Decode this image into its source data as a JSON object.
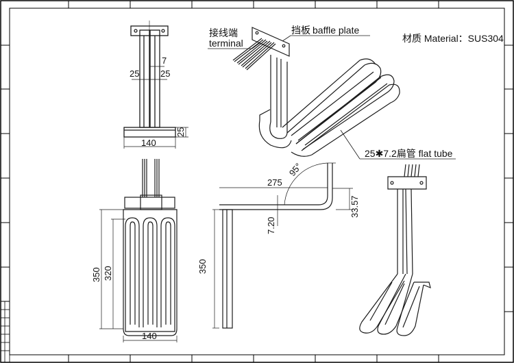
{
  "annotations": {
    "terminal_cn": "接线端",
    "terminal_en": "terminal",
    "baffle_cn": "挡板",
    "baffle_en": "baffle plate",
    "material": "材质 Material：SUS304",
    "flat_tube": "25✱7.2扁管 flat tube"
  },
  "dimensions": {
    "side_gap": "7",
    "side_left_width": "25",
    "side_right_width": "25",
    "side_base_height": "25",
    "side_base_width": "140",
    "front_height_outer": "350",
    "front_height_inner": "320",
    "front_width": "140",
    "profile_length": "275",
    "profile_angle": "95°",
    "profile_offset": "33.57",
    "profile_thickness": "7.20",
    "profile_height": "350"
  },
  "colors": {
    "line": "#1a1a1a",
    "frame": "#000000"
  }
}
